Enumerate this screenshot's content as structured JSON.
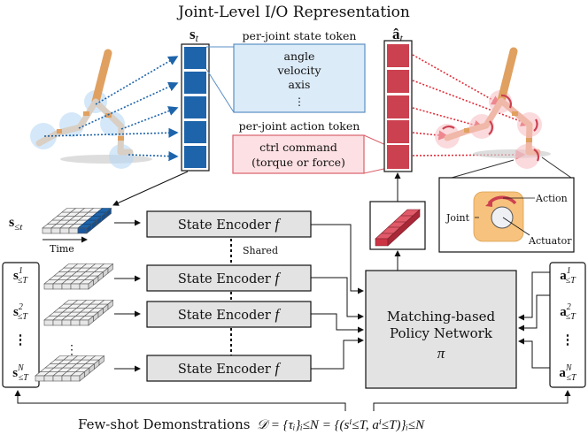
{
  "title": "Joint-Level I/O Representation",
  "state_vector_label": "s",
  "state_vector_sub": "t",
  "action_vector_label": "â",
  "action_vector_sub": "t",
  "state_token": {
    "heading": "per-joint state token",
    "items": [
      "angle",
      "velocity",
      "axis",
      "⋮"
    ]
  },
  "action_token": {
    "heading": "per-joint action token",
    "items": [
      "ctrl command",
      "(torque or force)"
    ]
  },
  "query_state_label": "s",
  "query_state_sub": "≤t",
  "time_label": "Time",
  "shared_label": "Shared",
  "encoders": [
    {
      "label": "State Encoder",
      "symbol": "f"
    },
    {
      "label": "State Encoder",
      "symbol": "f"
    },
    {
      "label": "State Encoder",
      "symbol": "f"
    },
    {
      "label": "State Encoder",
      "symbol": "f"
    }
  ],
  "demo_states": [
    {
      "base": "s",
      "sup": "1",
      "sub": "≤T"
    },
    {
      "base": "s",
      "sup": "2",
      "sub": "≤T"
    },
    {
      "base": "⋮",
      "sup": "",
      "sub": ""
    },
    {
      "base": "s",
      "sup": "N",
      "sub": "≤T"
    }
  ],
  "demo_actions": [
    {
      "base": "a",
      "sup": "1",
      "sub": "≤T"
    },
    {
      "base": "a",
      "sup": "2",
      "sub": "≤T"
    },
    {
      "base": "⋮",
      "sup": "",
      "sub": ""
    },
    {
      "base": "a",
      "sup": "N",
      "sub": "≤T"
    }
  ],
  "policy": {
    "line1": "Matching-based",
    "line2": "Policy Network",
    "symbol": "π"
  },
  "joint_inset": {
    "joint": "Joint",
    "action": "Action",
    "actuator": "Actuator"
  },
  "footer": {
    "label": "Few-shot Demonstrations",
    "formula": "𝒟 = {τᵢ}ᵢ≤N = {(sⁱ≤T, aⁱ≤T)}ᵢ≤N"
  },
  "colors": {
    "state_blue": "#1e64aa",
    "state_box_fill": "#dcebf8",
    "state_box_stroke": "#5a8fc4",
    "action_red": "#cc4150",
    "action_box_fill": "#fde0e3",
    "action_box_stroke": "#d9606b",
    "encoder_fill": "#e3e3e3",
    "joint_orange": "#f7c27e"
  }
}
